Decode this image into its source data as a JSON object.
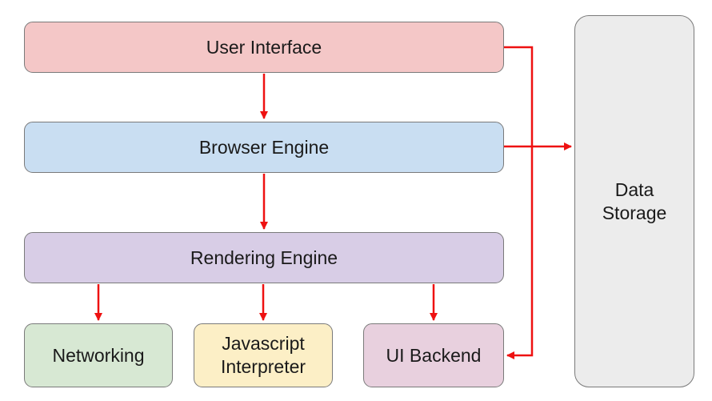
{
  "diagram": {
    "nodes": {
      "user_interface": "User Interface",
      "browser_engine": "Browser Engine",
      "rendering_engine": "Rendering Engine",
      "networking": "Networking",
      "javascript_interpreter": "Javascript\nInterpreter",
      "ui_backend": "UI Backend",
      "data_storage": "Data\nStorage"
    },
    "colors": {
      "user_interface": "#f4c7c7",
      "browser_engine": "#c9def2",
      "rendering_engine": "#d8cde6",
      "networking": "#d7e8d3",
      "javascript_interpreter": "#fcefc6",
      "ui_backend": "#e8d0de",
      "data_storage": "#ececec",
      "arrow": "#ee1111",
      "border": "#7a7a7a"
    },
    "edges": [
      {
        "from": "User Interface",
        "to": "Browser Engine"
      },
      {
        "from": "Browser Engine",
        "to": "Rendering Engine"
      },
      {
        "from": "Rendering Engine",
        "to": "Networking"
      },
      {
        "from": "Rendering Engine",
        "to": "Javascript\nInterpreter"
      },
      {
        "from": "Rendering Engine",
        "to": "UI Backend"
      },
      {
        "from": "User Interface",
        "to": "UI Backend"
      },
      {
        "from": "Browser Engine",
        "to": "Data\nStorage"
      }
    ]
  }
}
